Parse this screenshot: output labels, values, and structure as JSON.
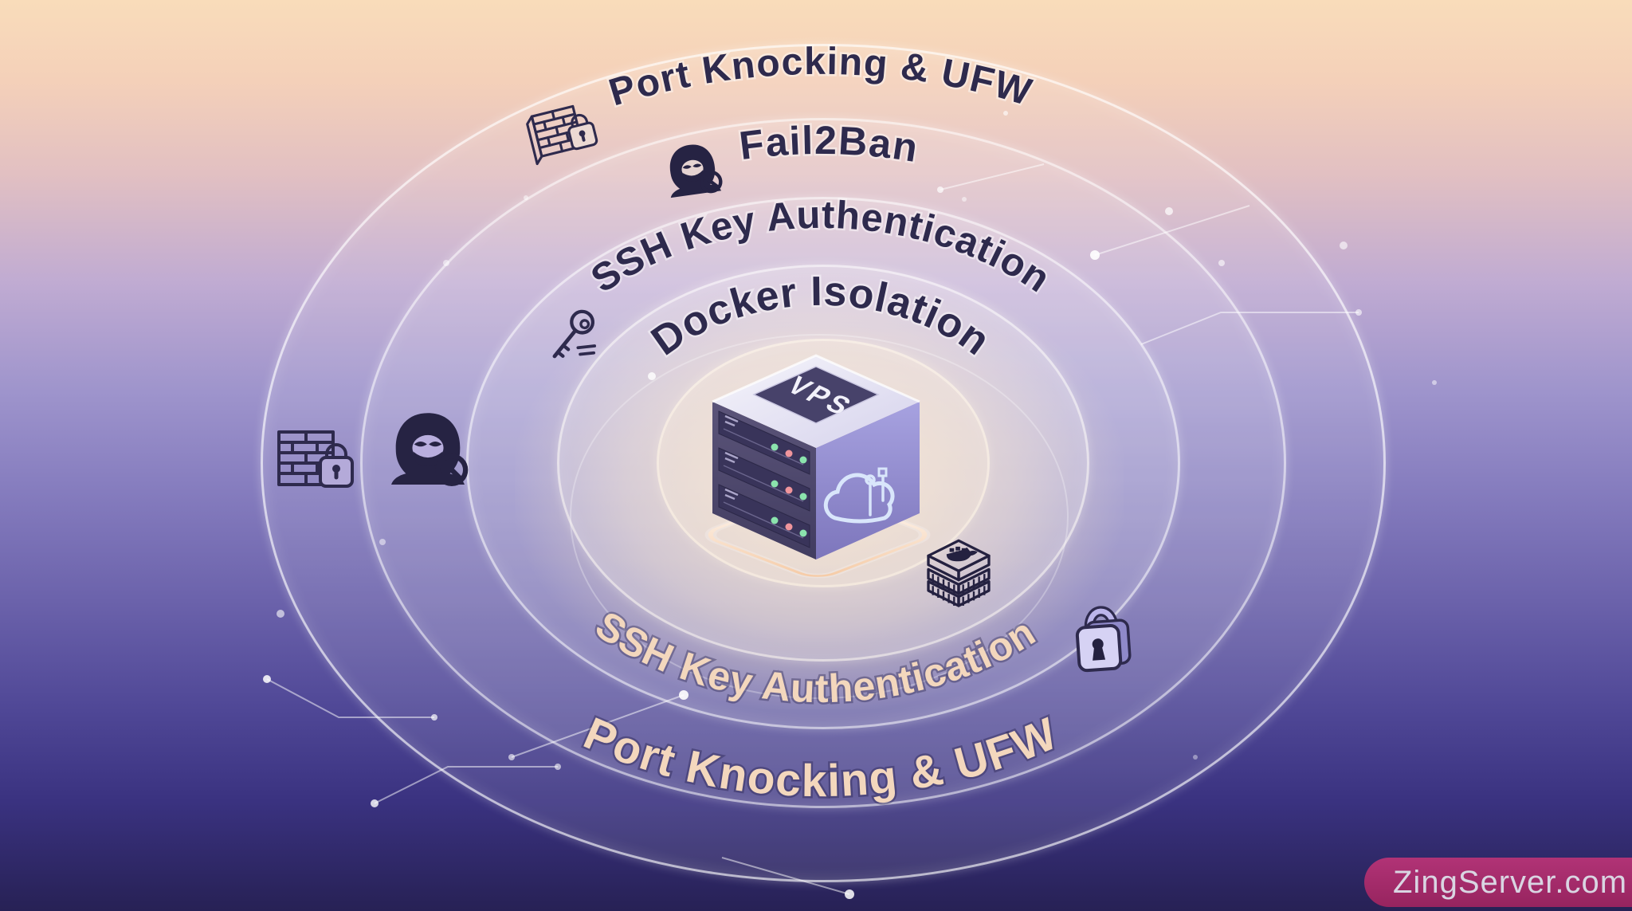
{
  "diagram": {
    "rings": {
      "outer": {
        "label": "Port Knocking & UFW"
      },
      "fail2ban": {
        "label": "Fail2Ban"
      },
      "ssh": {
        "label": "SSH Key Authentication"
      },
      "docker": {
        "label": "Docker Isolation"
      }
    },
    "bottom_labels": {
      "ssh": "SSH Key Authentication",
      "outer": "Port Knocking & UFW"
    },
    "center": {
      "label": "VPS"
    },
    "icons": {
      "outer_top": "firewall-brick-wall-lock-icon",
      "fail2ban_top": "hooded-hacker-blocked-icon",
      "ssh_left": "key-icon",
      "outer_left": "firewall-brick-wall-lock-icon",
      "fail2ban_left": "hooded-hacker-blocked-icon",
      "docker_right": "docker-container-stack-icon",
      "ssh_right": "padlock-3d-icon"
    },
    "colors": {
      "top_label_text": "#2e2a4d",
      "bottom_label_text": "#f3d7bd",
      "background_top": "#f9dcba",
      "background_bottom": "#272155",
      "led_green": "#8be3ad",
      "led_pink": "#f0959c",
      "watermark_bg": "#a3286d",
      "watermark_text": "#d9d5e2"
    }
  },
  "watermark": {
    "text": "ZingServer.com"
  }
}
